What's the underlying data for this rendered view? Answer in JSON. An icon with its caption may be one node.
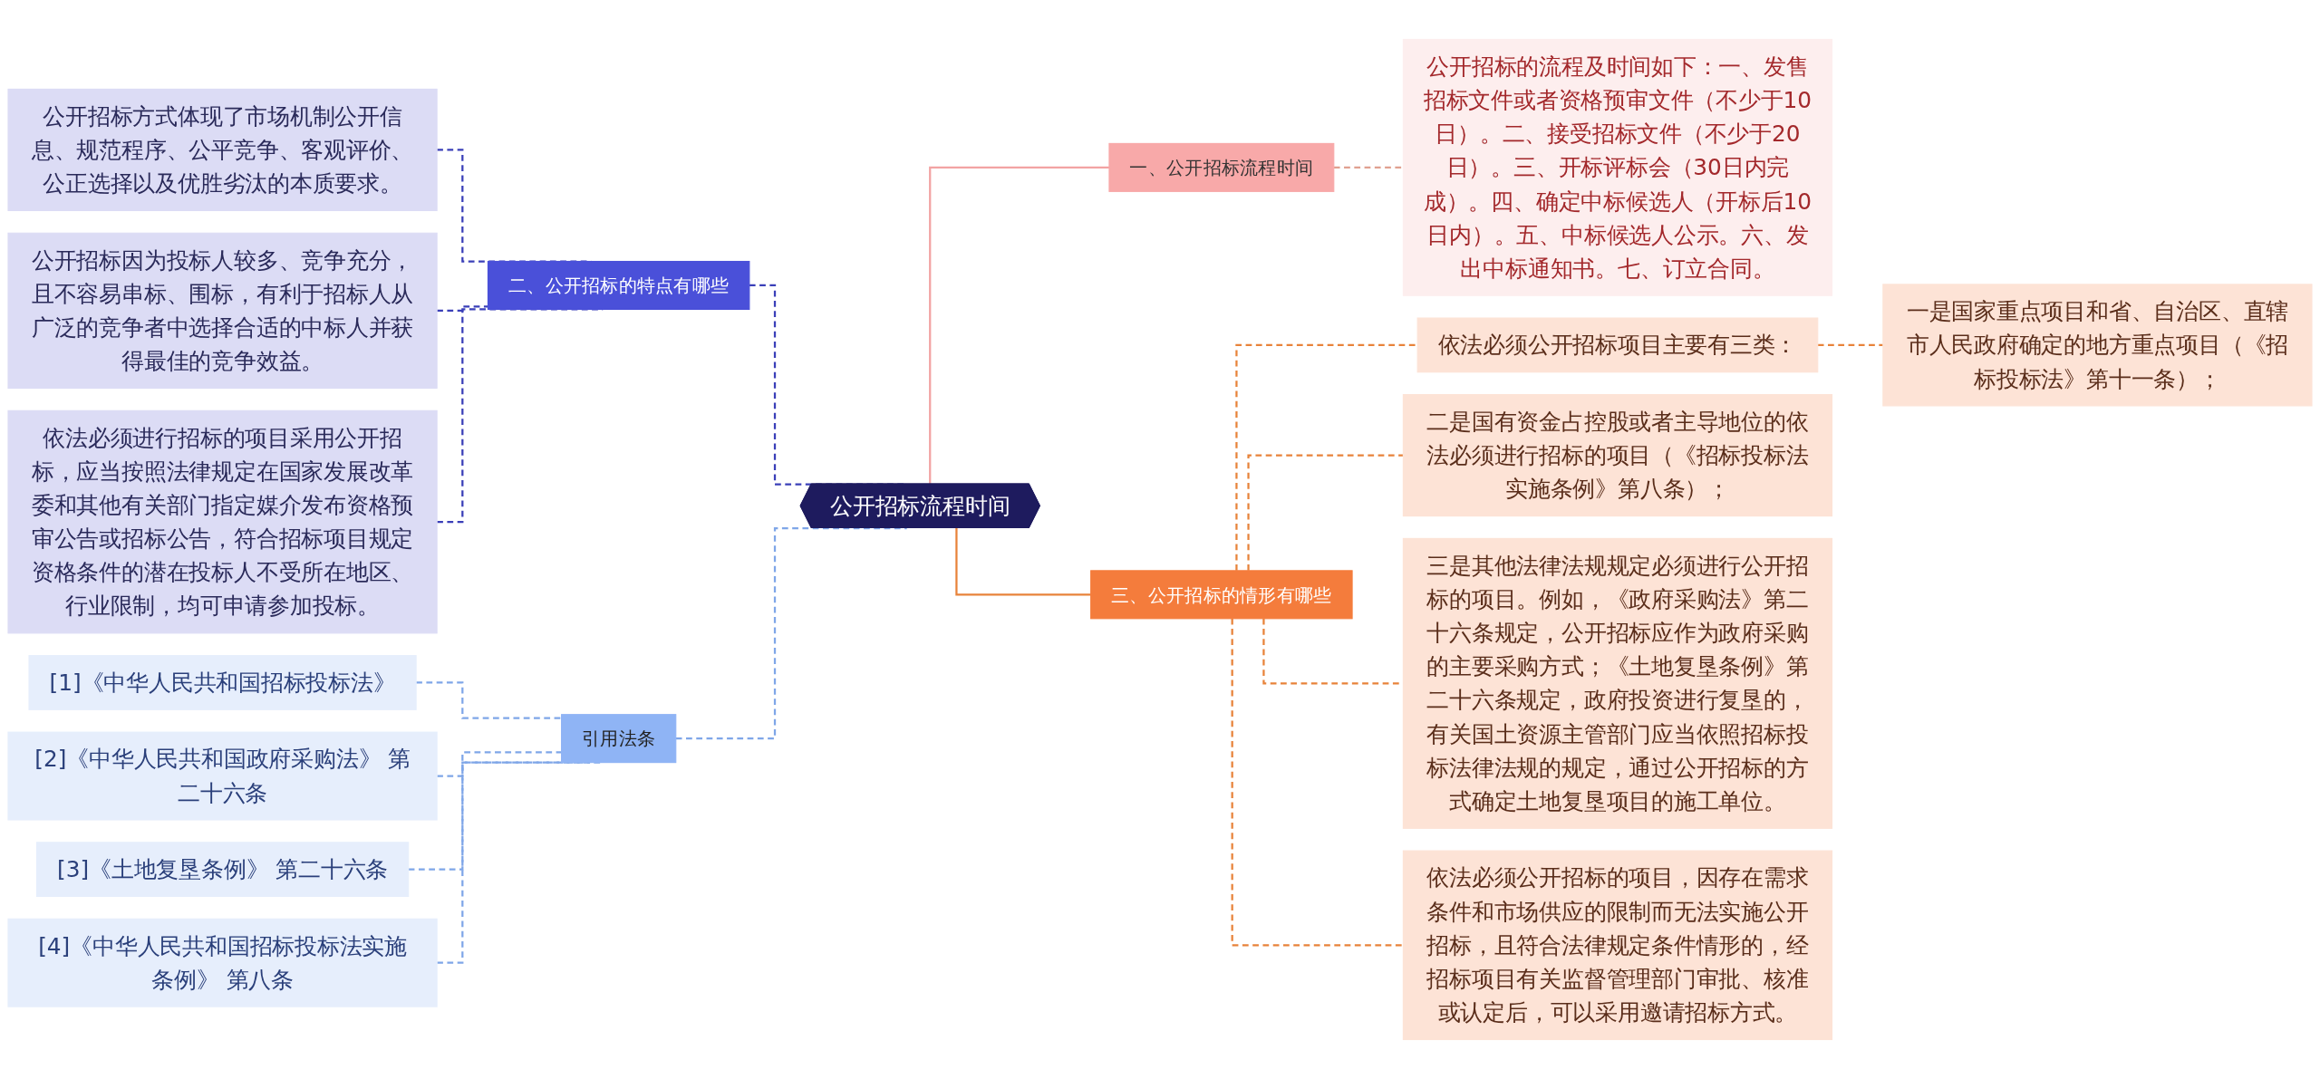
{
  "diagram": {
    "nodes": [
      {
        "text": [
          "公开招标流程时间"
        ]
      },
      {
        "text": [
          "一、公开招标流程时间"
        ]
      },
      {
        "text": [
          "公开招标的流程及时间如下：一、发售招标文件或者资格预审文件（不少于10日）。二、接受招标文件（不少于20日）。三、开标评标会（30日内完成）。四、确定中标候选人（开标后10日内）。五、中标候选人公示。六、发出中标通知书。七、订立合同。"
        ]
      },
      {
        "text": [
          "三、公开招标的情形有哪些"
        ]
      },
      {
        "text": [
          "依法必须公开招标项目主要有三类："
        ]
      },
      {
        "text": [
          "一是国家重点项目和省、自治区、直辖市人民政府确定的地方重点项目（《招标投标法》第十一条）；"
        ]
      },
      {
        "text": [
          "二是国有资金占控股或者主导地位的依法必须进行招标的项目（《招标投标法实施条例》第八条）；"
        ]
      },
      {
        "text": [
          "三是其他法律法规规定必须进行公开招标的项目。例如，《政府采购法》第二十六条规定，公开招标应作为政府采购的主要采购方式；《土地复垦条例》第二十六条规定，政府投资进行复垦的，有关国土资源主管部门应当依照招标投标法律法规的规定，通过公开招标的方式确定土地复垦项目的施工单位。"
        ]
      },
      {
        "text": [
          "依法必须公开招标的项目，因存在需求条件和市场供应的限制而无法实施公开招标，且符合法律规定条件情形的，经招标项目有关监督管理部门审批、核准或认定后，可以采用邀请招标方式。"
        ]
      },
      {
        "text": [
          "二、公开招标的特点有哪些"
        ]
      },
      {
        "text": [
          "公开招标方式体现了市场机制公开信息、规范程序、公平竞争、客观评价、公正选择以及优胜劣汰的本质要求。"
        ]
      },
      {
        "text": [
          "公开招标因为投标人较多、竞争充分，且不容易串标、围标，有利于招标人从广泛的竞争者中选择合适的中标人并获得最佳的竞争效益。"
        ]
      },
      {
        "text": [
          "依法必须进行招标的项目采用公开招标，应当按照法律规定在国家发展改革委和其他有关部门指定媒介发布资格预审公告或招标公告，符合招标项目规定资格条件的潜在投标人不受所在地区、行业限制，均可申请参加投标。"
        ]
      },
      {
        "text": [
          "引用法条"
        ]
      },
      {
        "text": [
          "[1]《中华人民共和国招标投标法》"
        ]
      },
      {
        "text": [
          "[2]《中华人民共和国政府采购法》 第二十六条"
        ]
      },
      {
        "text": [
          "[3]《土地复垦条例》 第二十六条"
        ]
      },
      {
        "text": [
          "[4]《中华人民共和国招标投标法实施条例》 第八条"
        ]
      }
    ],
    "edges": [
      {
        "from": 0,
        "to": 1,
        "arrow": "none",
        "color": "#f2a3a3"
      },
      {
        "from": 1,
        "to": 2,
        "arrow": "none",
        "style": "dashed",
        "color": "#e0a090"
      },
      {
        "from": 0,
        "to": 3,
        "arrow": "none"
      },
      {
        "from": 3,
        "to": 4,
        "arrow": "none",
        "style": "dashed"
      },
      {
        "from": 4,
        "to": 5,
        "arrow": "none",
        "style": "dashed"
      },
      {
        "from": 3,
        "to": 6,
        "arrow": "none",
        "style": "dashed"
      },
      {
        "from": 3,
        "to": 7,
        "arrow": "none",
        "style": "dashed"
      },
      {
        "from": 3,
        "to": 8,
        "arrow": "none",
        "style": "dashed"
      },
      {
        "from": 9,
        "to": 0,
        "arrow": "none",
        "style": "dashed",
        "color": "#3a3fb8"
      },
      {
        "from": 10,
        "to": 9,
        "arrow": "none",
        "style": "dashed",
        "color": "#3a3fb8"
      },
      {
        "from": 11,
        "to": 9,
        "arrow": "none",
        "style": "dashed",
        "color": "#3a3fb8"
      },
      {
        "from": 12,
        "to": 9,
        "arrow": "none",
        "style": "dashed",
        "color": "#3a3fb8"
      },
      {
        "from": 13,
        "to": 0,
        "arrow": "none",
        "style": "dashed",
        "color": "#7fa6e8"
      },
      {
        "from": 14,
        "to": 13,
        "arrow": "none",
        "style": "dashed",
        "color": "#7fa6e8"
      },
      {
        "from": 15,
        "to": 13,
        "arrow": "none",
        "style": "dashed",
        "color": "#7fa6e8"
      },
      {
        "from": 16,
        "to": 13,
        "arrow": "none",
        "style": "dashed",
        "color": "#7fa6e8"
      },
      {
        "from": 17,
        "to": 13,
        "arrow": "none",
        "style": "dashed",
        "color": "#7fa6e8"
      }
    ]
  }
}
